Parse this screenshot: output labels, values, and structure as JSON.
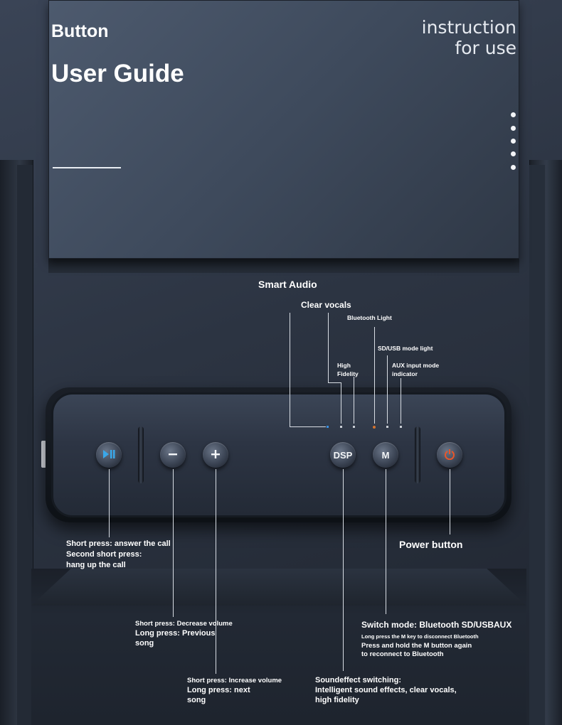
{
  "header": {
    "title_small": "Button",
    "title_big": "User Guide",
    "instruction_line1": "instruction",
    "instruction_line2": "for use"
  },
  "indicators": {
    "smart_audio": "Smart Audio",
    "clear_vocals": "Clear vocals",
    "bluetooth_light": "Bluetooth Light",
    "sd_usb_light": "SD/USB mode light",
    "high_fidelity_1": "High",
    "high_fidelity_2": "Fidelity",
    "aux_1": "AUX input mode",
    "aux_2": "indicator"
  },
  "buttons": {
    "dsp": "DSP",
    "mode": "M"
  },
  "descriptions": {
    "play_1": "Short press: answer the call",
    "play_2": "Second short press:",
    "play_3": "hang up the call",
    "power": "Power button",
    "minus_1": "Short press: Decrease volume",
    "minus_2": "Long press: Previous",
    "minus_3": "song",
    "mode_1": "Switch mode: Bluetooth SD/USBAUX",
    "mode_2": "Long press the M key to disconnect Bluetooth",
    "mode_3": "Press and hold the M button again",
    "mode_4": "to reconnect to Bluetooth",
    "plus_1": "Short press: Increase volume",
    "plus_2": "Long press: next",
    "plus_3": "song",
    "dsp_1": "Soundeffect switching:",
    "dsp_2": "Intelligent sound effects, clear vocals,",
    "dsp_3": "high fidelity"
  },
  "colors": {
    "play_icon": "#3aa7e8",
    "power_icon": "#e8562a",
    "smart_led": "#3a8fe0",
    "bluetooth_led": "#d2722e"
  }
}
